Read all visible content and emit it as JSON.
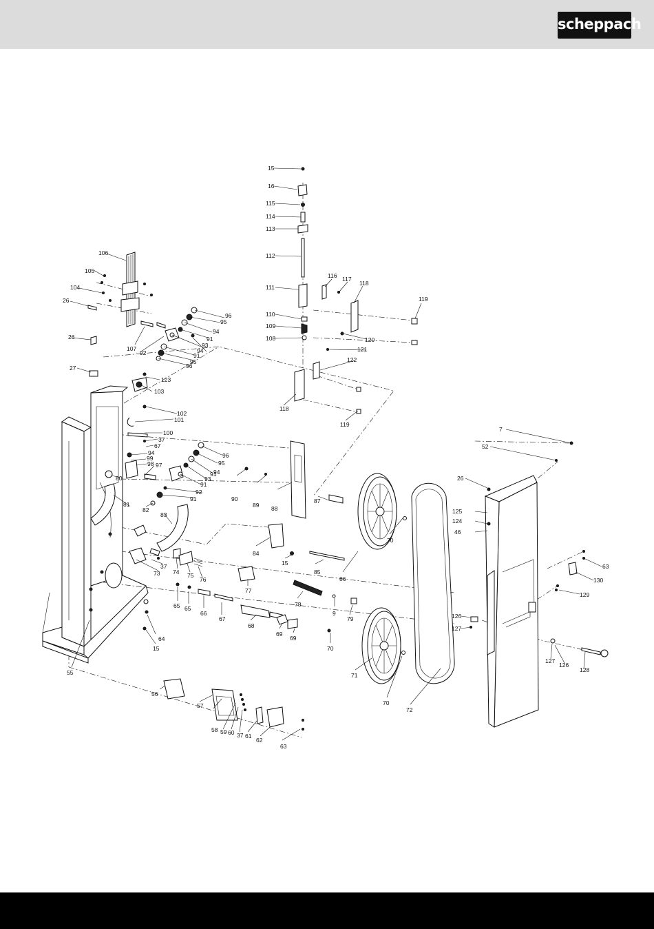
{
  "brand": {
    "logo_text": "scheppach"
  },
  "diagram": {
    "type": "exploded-parts-view",
    "callouts": [
      "15",
      "16",
      "115",
      "114",
      "113",
      "112",
      "111",
      "116",
      "117",
      "118",
      "119",
      "110",
      "109",
      "108",
      "120",
      "121",
      "122",
      "118",
      "119",
      "106",
      "105",
      "104",
      "26",
      "107",
      "92",
      "96",
      "95",
      "94",
      "91",
      "93",
      "94",
      "91",
      "95",
      "96",
      "26",
      "27",
      "123",
      "103",
      "102",
      "101",
      "100",
      "37",
      "67",
      "96",
      "95",
      "94",
      "91",
      "93",
      "91",
      "92",
      "91",
      "94",
      "99",
      "98",
      "97",
      "80",
      "90",
      "89",
      "88",
      "87",
      "81",
      "82",
      "83",
      "84",
      "15",
      "85",
      "86",
      "70",
      "37",
      "73",
      "74",
      "75",
      "76",
      "77",
      "78",
      "9",
      "79",
      "65",
      "65",
      "66",
      "67",
      "68",
      "69",
      "69",
      "70",
      "64",
      "15",
      "55",
      "71",
      "70",
      "72",
      "7",
      "52",
      "26",
      "125",
      "124",
      "46",
      "63",
      "130",
      "129",
      "126",
      "127",
      "127",
      "126",
      "128",
      "56",
      "57",
      "58",
      "59",
      "60",
      "37",
      "61",
      "62",
      "63"
    ]
  }
}
